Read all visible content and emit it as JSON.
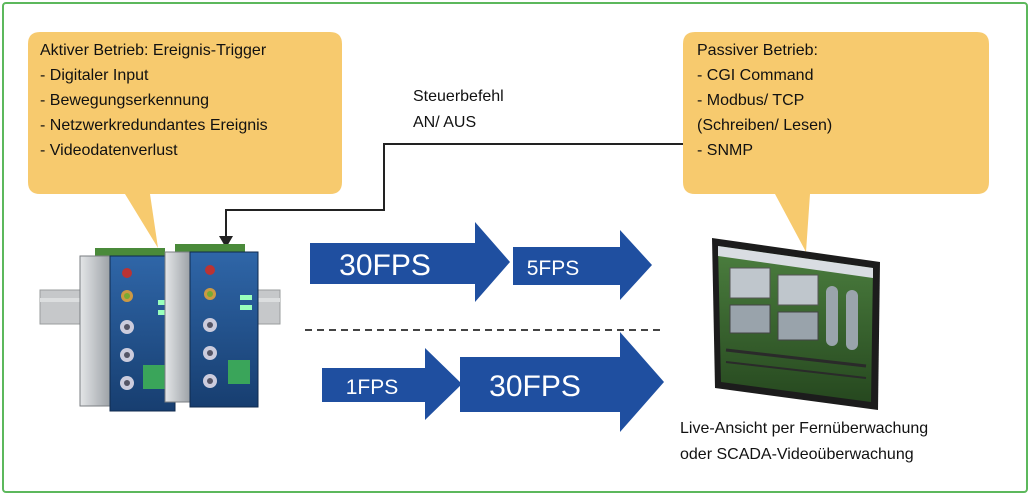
{
  "active_box": {
    "title": "Aktiver Betrieb: Ereignis-Trigger",
    "items": [
      "- Digitaler Input",
      "- Bewegungserkennung",
      "- Netzwerkredundantes Ereignis",
      "- Videodatenverlust"
    ]
  },
  "passive_box": {
    "title": "Passiver Betrieb:",
    "items": [
      "- CGI Command",
      "- Modbus/ TCP",
      "(Schreiben/ Lesen)",
      "- SNMP"
    ]
  },
  "control_command": {
    "line1": "Steuerbefehl",
    "line2": "AN/ AUS"
  },
  "top_flow": {
    "input_label": "30FPS",
    "output_label": "5FPS"
  },
  "bottom_flow": {
    "input_label": "1FPS",
    "output_label": "30FPS"
  },
  "monitor_caption": {
    "line1": "Live-Ansicht per Fernüberwachung",
    "line2": "oder SCADA-Videoüberwachung"
  },
  "colors": {
    "bubble": "#f7ca6e",
    "arrow": "#1f4fa0",
    "frame": "#5cb85c"
  }
}
